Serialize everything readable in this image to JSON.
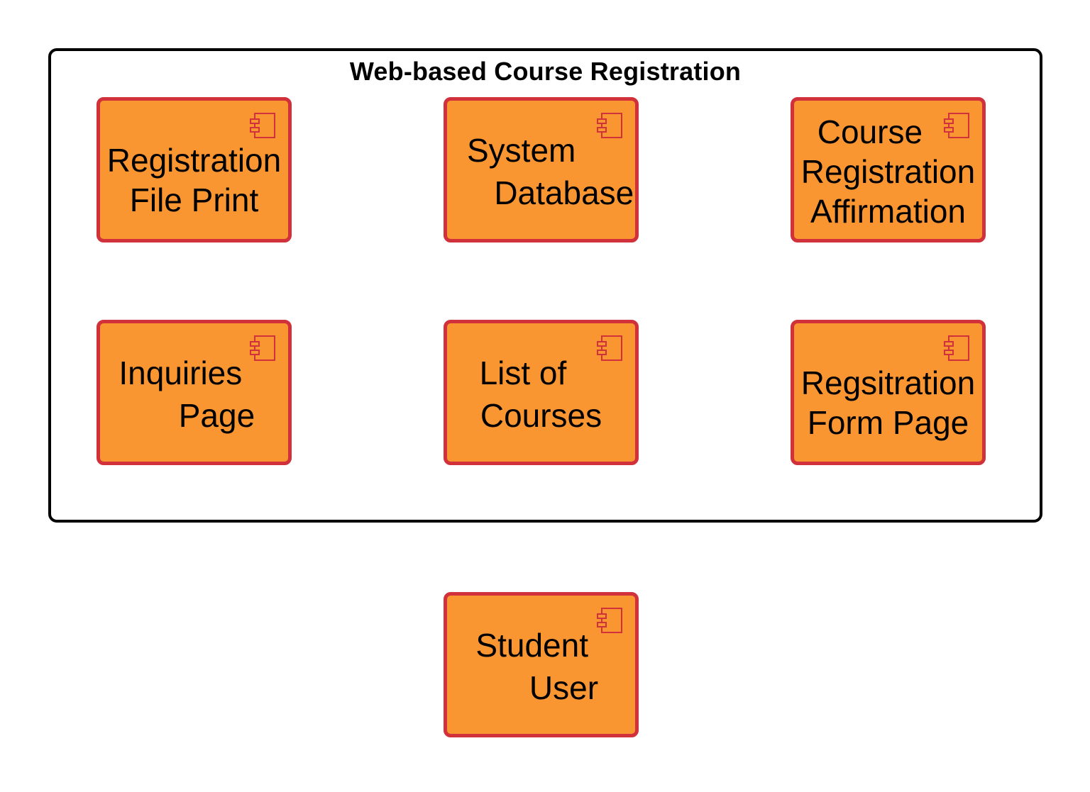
{
  "diagram": {
    "boundary_title": "Web-based Course Registration",
    "colors": {
      "component_fill": "#fa9632",
      "component_border": "#d0313b",
      "boundary_border": "#000000",
      "text": "#000000"
    },
    "icon": "uml-component-icon",
    "components": [
      {
        "id": "registration-file-print",
        "label": "Registration\nFile Print"
      },
      {
        "id": "system-database",
        "label": "System\n   Database"
      },
      {
        "id": "course-registration-affirmation",
        "label": "Course    \nRegistration\nAffirmation"
      },
      {
        "id": "inquiries-page",
        "label": "Inquiries   \n     Page"
      },
      {
        "id": "list-of-courses",
        "label": "List of    \nCourses"
      },
      {
        "id": "regsitration-form-page",
        "label": "Regsitration\nForm Page"
      },
      {
        "id": "student-user",
        "label": "Student  \n     User"
      }
    ]
  }
}
